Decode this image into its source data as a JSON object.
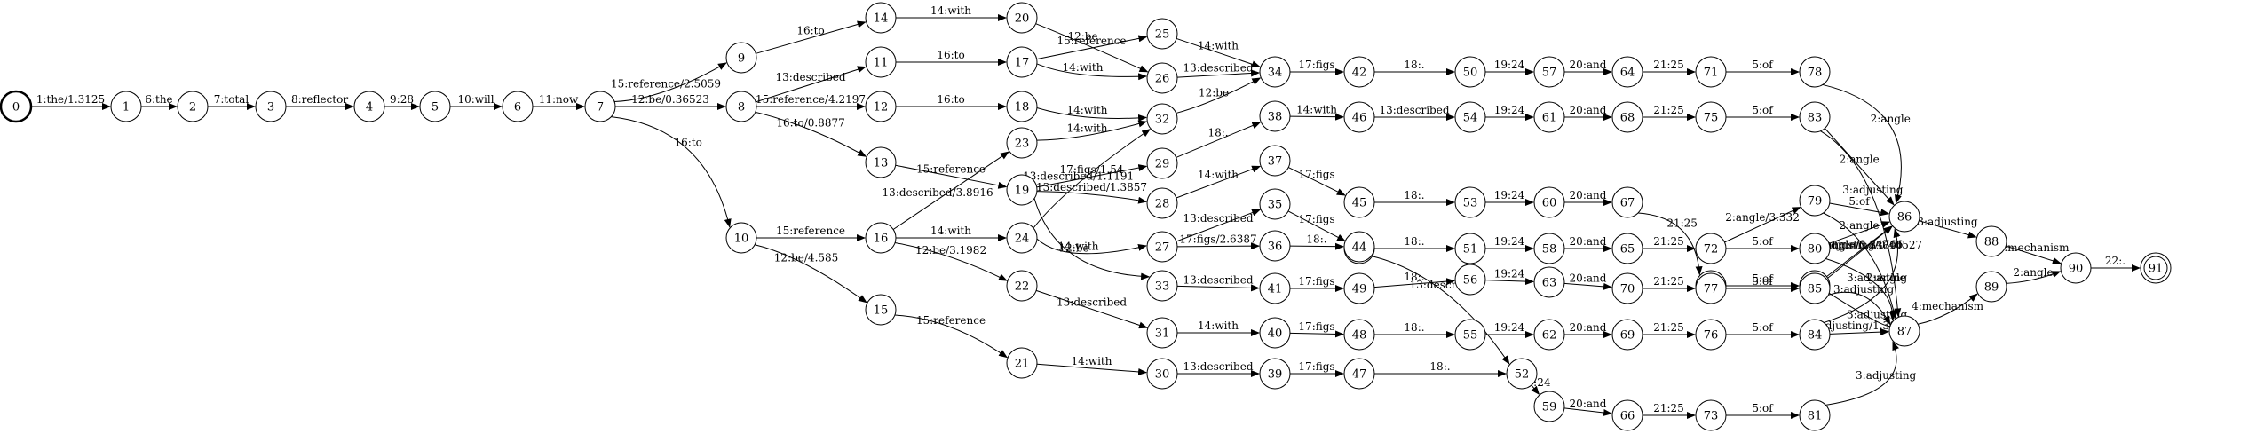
{
  "diagram": {
    "type": "weighted-finite-state-transducer lattice",
    "start_state": "0",
    "final_state": "91",
    "states": [
      "0",
      "1",
      "2",
      "3",
      "4",
      "5",
      "6",
      "7",
      "8",
      "9",
      "10",
      "11",
      "12",
      "13",
      "14",
      "15",
      "16",
      "17",
      "18",
      "19",
      "20",
      "21",
      "22",
      "23",
      "24",
      "25",
      "26",
      "27",
      "28",
      "29",
      "30",
      "31",
      "32",
      "33",
      "34",
      "35",
      "36",
      "37",
      "38",
      "39",
      "40",
      "41",
      "42",
      "43",
      "44",
      "45",
      "46",
      "47",
      "48",
      "49",
      "50",
      "51",
      "52",
      "53",
      "54",
      "55",
      "56",
      "57",
      "58",
      "59",
      "60",
      "61",
      "62",
      "63",
      "64",
      "65",
      "66",
      "67",
      "68",
      "69",
      "70",
      "71",
      "72",
      "73",
      "74",
      "75",
      "76",
      "77",
      "78",
      "79",
      "80",
      "81",
      "82",
      "83",
      "84",
      "85",
      "86",
      "87",
      "88",
      "89",
      "90",
      "91"
    ],
    "edges": [
      {
        "from": "0",
        "to": "1",
        "label": "1:the/1.3125"
      },
      {
        "from": "1",
        "to": "2",
        "label": "6:the"
      },
      {
        "from": "2",
        "to": "3",
        "label": "7:total"
      },
      {
        "from": "3",
        "to": "4",
        "label": "8:reflector"
      },
      {
        "from": "4",
        "to": "5",
        "label": "9:28"
      },
      {
        "from": "5",
        "to": "6",
        "label": "10:will"
      },
      {
        "from": "6",
        "to": "7",
        "label": "11:now"
      },
      {
        "from": "7",
        "to": "9",
        "label": "15:reference/2.5059"
      },
      {
        "from": "7",
        "to": "8",
        "label": "12:be/0.36523"
      },
      {
        "from": "7",
        "to": "10",
        "label": "16:to"
      },
      {
        "from": "9",
        "to": "14",
        "label": "16:to"
      },
      {
        "from": "14",
        "to": "20",
        "label": "14:with"
      },
      {
        "from": "20",
        "to": "26",
        "label": "12:be"
      },
      {
        "from": "8",
        "to": "11",
        "label": "13:described"
      },
      {
        "from": "8",
        "to": "12",
        "label": "15:reference/4.2197"
      },
      {
        "from": "8",
        "to": "13",
        "label": "16:to/0.8877"
      },
      {
        "from": "11",
        "to": "17",
        "label": "16:to"
      },
      {
        "from": "17",
        "to": "25",
        "label": "15:reference"
      },
      {
        "from": "17",
        "to": "26",
        "label": "14:with"
      },
      {
        "from": "25",
        "to": "34",
        "label": "14:with"
      },
      {
        "from": "26",
        "to": "34",
        "label": "13:described"
      },
      {
        "from": "12",
        "to": "18",
        "label": "16:to"
      },
      {
        "from": "18",
        "to": "32",
        "label": "14:with"
      },
      {
        "from": "13",
        "to": "19",
        "label": "15:reference"
      },
      {
        "from": "32",
        "to": "34",
        "label": "12:be"
      },
      {
        "from": "34",
        "to": "42",
        "label": "17:figs"
      },
      {
        "from": "42",
        "to": "50",
        "label": "18:."
      },
      {
        "from": "50",
        "to": "57",
        "label": "19:24"
      },
      {
        "from": "57",
        "to": "64",
        "label": "20:and"
      },
      {
        "from": "64",
        "to": "71",
        "label": "21:25"
      },
      {
        "from": "71",
        "to": "78",
        "label": "5:of"
      },
      {
        "from": "78",
        "to": "86",
        "label": "2:angle"
      },
      {
        "from": "10",
        "to": "16",
        "label": "15:reference"
      },
      {
        "from": "10",
        "to": "15",
        "label": "12:be/4.585"
      },
      {
        "from": "16",
        "to": "23",
        "label": "13:described/3.8916"
      },
      {
        "from": "16",
        "to": "24",
        "label": "14:with"
      },
      {
        "from": "16",
        "to": "22",
        "label": "12:be/3.1982"
      },
      {
        "from": "23",
        "to": "32",
        "label": "14:with"
      },
      {
        "from": "19",
        "to": "29",
        "label": "17:figs/1.54"
      },
      {
        "from": "19",
        "to": "28",
        "label": "13:described/1.3857"
      },
      {
        "from": "19",
        "to": "33",
        "label": "12:be"
      },
      {
        "from": "24",
        "to": "32",
        "label": "13:described/1.1191"
      },
      {
        "from": "24",
        "to": "27",
        "label": "14:with"
      },
      {
        "from": "29",
        "to": "38",
        "label": "18:."
      },
      {
        "from": "28",
        "to": "37",
        "label": "14:with"
      },
      {
        "from": "27",
        "to": "35",
        "label": "13:described"
      },
      {
        "from": "27",
        "to": "36",
        "label": "17:figs/2.6387"
      },
      {
        "from": "38",
        "to": "46",
        "label": "14:with"
      },
      {
        "from": "46",
        "to": "54",
        "label": "13:described"
      },
      {
        "from": "54",
        "to": "61",
        "label": "19:24"
      },
      {
        "from": "61",
        "to": "68",
        "label": "20:and"
      },
      {
        "from": "68",
        "to": "75",
        "label": "21:25"
      },
      {
        "from": "75",
        "to": "83",
        "label": "5:of"
      },
      {
        "from": "83",
        "to": "86",
        "label": "2:angle"
      },
      {
        "from": "83",
        "to": "87",
        "label": "3:adjusting"
      },
      {
        "from": "37",
        "to": "45",
        "label": "17:figs"
      },
      {
        "from": "45",
        "to": "53",
        "label": "18:."
      },
      {
        "from": "53",
        "to": "60",
        "label": "19:24"
      },
      {
        "from": "60",
        "to": "67",
        "label": "20:and"
      },
      {
        "from": "67",
        "to": "74",
        "label": "21:25"
      },
      {
        "from": "74",
        "to": "82",
        "label": "5:of"
      },
      {
        "from": "35",
        "to": "43",
        "label": "17:figs"
      },
      {
        "from": "43",
        "to": "51",
        "label": "18:."
      },
      {
        "from": "51",
        "to": "58",
        "label": "19:24"
      },
      {
        "from": "58",
        "to": "65",
        "label": "20:and"
      },
      {
        "from": "65",
        "to": "72",
        "label": "21:25"
      },
      {
        "from": "72",
        "to": "79",
        "label": "2:angle/3.332"
      },
      {
        "from": "72",
        "to": "80",
        "label": "5:of"
      },
      {
        "from": "79",
        "to": "86",
        "label": "5:of"
      },
      {
        "from": "79",
        "to": "87",
        "label": "3:adjusting/0.40527"
      },
      {
        "from": "80",
        "to": "86",
        "label": "2:angle"
      },
      {
        "from": "80",
        "to": "87",
        "label": "3:adjusting"
      },
      {
        "from": "36",
        "to": "44",
        "label": "18:."
      },
      {
        "from": "44",
        "to": "52",
        "label": "13:described"
      },
      {
        "from": "22",
        "to": "31",
        "label": "13:described"
      },
      {
        "from": "31",
        "to": "40",
        "label": "14:with"
      },
      {
        "from": "40",
        "to": "48",
        "label": "17:figs"
      },
      {
        "from": "48",
        "to": "55",
        "label": "18:."
      },
      {
        "from": "55",
        "to": "62",
        "label": "19:24"
      },
      {
        "from": "62",
        "to": "69",
        "label": "20:and"
      },
      {
        "from": "69",
        "to": "76",
        "label": "21:25"
      },
      {
        "from": "76",
        "to": "84",
        "label": "5:of"
      },
      {
        "from": "84",
        "to": "86",
        "label": "2:angle"
      },
      {
        "from": "84",
        "to": "87",
        "label": "3:adjusting/1.3867"
      },
      {
        "from": "33",
        "to": "41",
        "label": "13:described"
      },
      {
        "from": "41",
        "to": "49",
        "label": "17:figs"
      },
      {
        "from": "49",
        "to": "56",
        "label": "18:."
      },
      {
        "from": "56",
        "to": "63",
        "label": "19:24"
      },
      {
        "from": "63",
        "to": "70",
        "label": "20:and"
      },
      {
        "from": "70",
        "to": "77",
        "label": "21:25"
      },
      {
        "from": "77",
        "to": "85",
        "label": "5:of"
      },
      {
        "from": "85",
        "to": "86",
        "label": "2:angle/0.33691"
      },
      {
        "from": "85",
        "to": "87",
        "label": "3:adjusting"
      },
      {
        "from": "82",
        "to": "86",
        "label": "2:angle/0.84766"
      },
      {
        "from": "82",
        "to": "87",
        "label": "3:adjusting"
      },
      {
        "from": "15",
        "to": "21",
        "label": "15:reference"
      },
      {
        "from": "21",
        "to": "30",
        "label": "14:with"
      },
      {
        "from": "30",
        "to": "39",
        "label": "13:described"
      },
      {
        "from": "39",
        "to": "47",
        "label": "17:figs"
      },
      {
        "from": "47",
        "to": "52",
        "label": "18:."
      },
      {
        "from": "52",
        "to": "59",
        "label": "19:24"
      },
      {
        "from": "59",
        "to": "66",
        "label": "20:and"
      },
      {
        "from": "66",
        "to": "73",
        "label": "21:25"
      },
      {
        "from": "73",
        "to": "81",
        "label": "5:of"
      },
      {
        "from": "81",
        "to": "87",
        "label": "3:adjusting"
      },
      {
        "from": "86",
        "to": "88",
        "label": "3:adjusting"
      },
      {
        "from": "88",
        "to": "90",
        "label": "4:mechanism"
      },
      {
        "from": "87",
        "to": "89",
        "label": "4:mechanism"
      },
      {
        "from": "89",
        "to": "90",
        "label": "2:angle"
      },
      {
        "from": "90",
        "to": "91",
        "label": "22:."
      }
    ]
  }
}
